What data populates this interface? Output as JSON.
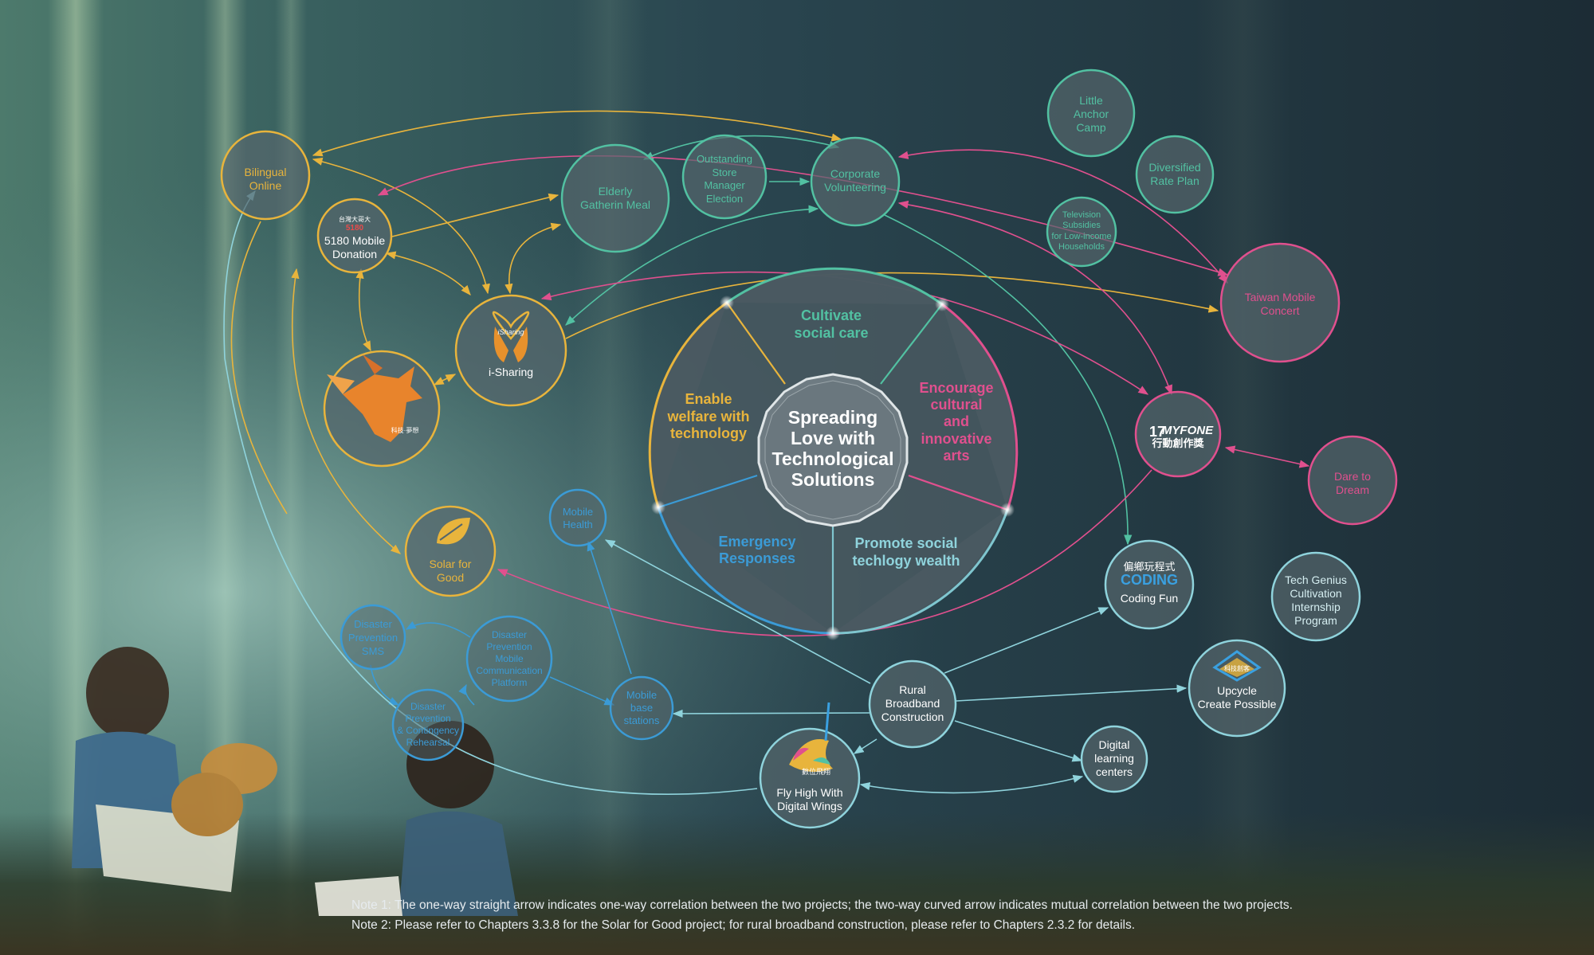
{
  "colors": {
    "welfare": "#e8b43c",
    "social_care": "#52c1a2",
    "arts": "#e0508e",
    "emergency": "#3b9bd6",
    "wealth": "#7fc6cf"
  },
  "center": {
    "title_lines": [
      "Spreading",
      "Love with",
      "Technological",
      "Solutions"
    ],
    "sectors": {
      "social_care": [
        "Cultivate",
        "social care"
      ],
      "arts": [
        "Encourage",
        "cultural",
        "and",
        "innovative",
        "arts"
      ],
      "wealth": [
        "Promote social",
        "techlogy wealth"
      ],
      "emergency": [
        "Emergency",
        "Responses"
      ],
      "welfare": [
        "Enable",
        "welfare with",
        "technology"
      ]
    }
  },
  "nodes": {
    "bilingual_online": [
      "Bilingual",
      "Online"
    ],
    "mobile_donation": {
      "logo_text": [
        "台灣大哥大",
        "5180"
      ],
      "label": [
        "5180 Mobile",
        "Donation"
      ]
    },
    "i_sharing": {
      "logo_text": "iSharing",
      "label": [
        "i-Sharing"
      ]
    },
    "pegasus": {
      "logo_text": "科技·夢想"
    },
    "solar_for_good": [
      "Solar for",
      "Good"
    ],
    "elderly_meal": [
      "Elderly",
      "Gatherin Meal"
    ],
    "store_manager": [
      "Outstanding",
      "Store",
      "Manager",
      "Election"
    ],
    "corporate_volunteering": [
      "Corporate",
      "Volunteering"
    ],
    "little_anchor": [
      "Little",
      "Anchor",
      "Camp"
    ],
    "diversified_rate": [
      "Diversified",
      "Rate Plan"
    ],
    "tv_subsidies": [
      "Television",
      "Subsidies",
      "for Low-income",
      "Households"
    ],
    "taiwan_concert": [
      "Taiwan Mobile",
      "Concert"
    ],
    "myfone": {
      "logo_text": [
        "17",
        "MYFONE",
        "行動創作獎"
      ]
    },
    "dare_to_dream": [
      "Dare to",
      "Dream"
    ],
    "coding_fun": {
      "logo_text": [
        "偏鄉玩程式",
        "CODING"
      ],
      "label": [
        "Coding Fun"
      ]
    },
    "tech_genius": [
      "Tech Genius",
      "Cultivation",
      "Internship",
      "Program"
    ],
    "upcycle": {
      "logo_text": "科技創客",
      "label": [
        "Upcycle",
        "Create Possible"
      ]
    },
    "digital_learning": [
      "Digital",
      "learning",
      "centers"
    ],
    "rural_broadband": [
      "Rural",
      "Broadband",
      "Construction"
    ],
    "digital_wings": {
      "logo_text": "數位飛翔",
      "label": [
        "Fly High With",
        "Digital Wings"
      ]
    },
    "mobile_base": [
      "Mobile",
      "base",
      "stations"
    ],
    "mobile_health": [
      "Mobile",
      "Health"
    ],
    "disaster_sms": [
      "Disaster",
      "Prevention",
      "SMS"
    ],
    "disaster_platform": [
      "Disaster",
      "Prevention",
      "Mobile",
      "Communication",
      "Platform"
    ],
    "disaster_rehearsal": [
      "Disaster",
      "Prevention",
      "& Contingency",
      "Rehearsal"
    ]
  },
  "notes": [
    "Note 1: The one-way straight arrow indicates one-way correlation between the two projects; the two-way curved arrow indicates mutual correlation between the two projects.",
    "Note 2: Please refer to Chapters 3.3.8 for the Solar for Good project; for rural broadband construction, please refer to Chapters 2.3.2 for details."
  ]
}
